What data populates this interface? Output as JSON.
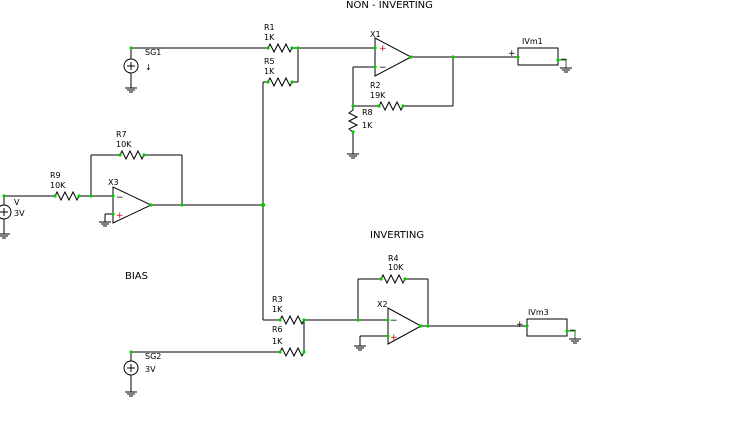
{
  "section_labels": {
    "non_inverting": "NON - INVERTING",
    "inverting": "INVERTING",
    "bias": "BIAS"
  },
  "components": {
    "R1": {
      "name": "R1",
      "value": "1K"
    },
    "R5": {
      "name": "R5",
      "value": "1K"
    },
    "R2": {
      "name": "R2",
      "value": "19K"
    },
    "R8": {
      "name": "R8",
      "value": "1K"
    },
    "R7": {
      "name": "R7",
      "value": "10K"
    },
    "R9": {
      "name": "R9",
      "value": "10K"
    },
    "R4": {
      "name": "R4",
      "value": "10K"
    },
    "R3": {
      "name": "R3",
      "value": "1K"
    },
    "R6": {
      "name": "R6",
      "value": "1K"
    },
    "X1": {
      "name": "X1"
    },
    "X2": {
      "name": "X2"
    },
    "X3": {
      "name": "X3"
    },
    "SG1": {
      "name": "SG1"
    },
    "SG2": {
      "name": "SG2",
      "value": "3V"
    },
    "V": {
      "name": "V",
      "value": "3V"
    },
    "IVm1": {
      "name": "IVm1"
    },
    "IVm3": {
      "name": "IVm3"
    }
  },
  "symbols": {
    "plus": "+",
    "minus": "−"
  },
  "colors": {
    "wire": "#000000",
    "node": "#00cc00",
    "ground_lead": "#1a7f1a",
    "plus_sign": "#d00000"
  }
}
